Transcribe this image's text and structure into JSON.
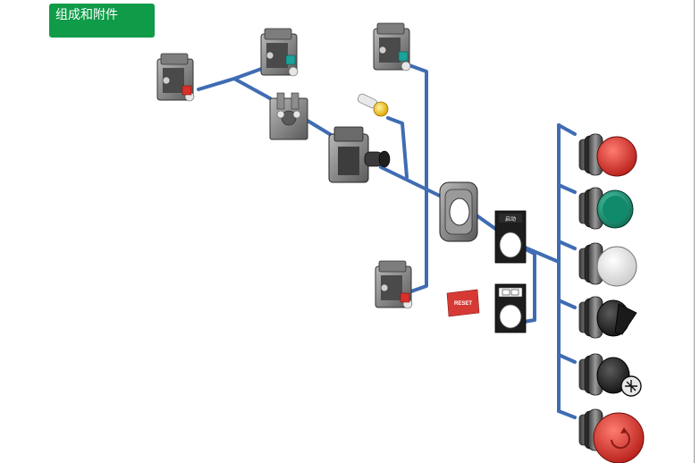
{
  "title": "组成和附件",
  "labels": {
    "reset_plate": "RESET",
    "legend_plate": "启动"
  },
  "colors": {
    "title_bg": "#0f9b48",
    "connector": "#3f6cb3",
    "red_button": "#d8302a",
    "green_button": "#0f8a6a",
    "white_button": "#f4f4f4",
    "black_button": "#222222",
    "emergency_red": "#d12a22",
    "pilot_light": "#f3c21a",
    "reset_plate_bg": "#d73a35"
  },
  "components": [
    {
      "id": "contact-block-top-left",
      "icon": "contact-block-icon",
      "led": "red"
    },
    {
      "id": "contact-block-top-middle",
      "icon": "contact-block-icon",
      "led": "teal"
    },
    {
      "id": "contact-block-top-right",
      "icon": "contact-block-icon",
      "led": "teal"
    },
    {
      "id": "mounting-collar",
      "icon": "mounting-collar-icon"
    },
    {
      "id": "pilot-bulb",
      "icon": "bulb-icon"
    },
    {
      "id": "light-module",
      "icon": "light-module-icon"
    },
    {
      "id": "fixing-collar",
      "icon": "fixing-collar-icon"
    },
    {
      "id": "contact-block-bottom",
      "icon": "contact-block-icon",
      "led": "red"
    },
    {
      "id": "legend-holder-top",
      "icon": "legend-holder-icon"
    },
    {
      "id": "legend-holder-bottom",
      "icon": "legend-holder-icon"
    },
    {
      "id": "reset-plate",
      "icon": "reset-plate-icon"
    }
  ],
  "heads": [
    {
      "id": "head-red-flush",
      "icon": "red-pushbutton-icon"
    },
    {
      "id": "head-green-flush",
      "icon": "green-pushbutton-icon"
    },
    {
      "id": "head-white-flush",
      "icon": "white-pushbutton-icon"
    },
    {
      "id": "head-black-selector",
      "icon": "selector-switch-icon"
    },
    {
      "id": "head-key-switch",
      "icon": "key-switch-icon"
    },
    {
      "id": "head-emergency-stop",
      "icon": "emergency-stop-icon"
    }
  ]
}
